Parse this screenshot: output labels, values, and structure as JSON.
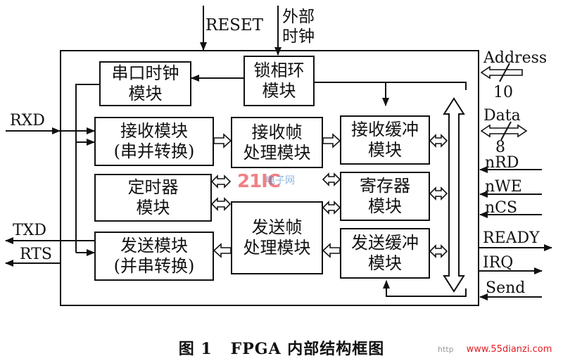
{
  "blocks": {
    "serial_clock": [
      "串口时钟",
      "模块"
    ],
    "pll": [
      "锁相环",
      "模块"
    ],
    "rx": [
      "接收模块",
      "(串并转换)"
    ],
    "rx_frame": [
      "接收帧",
      "处理模块"
    ],
    "rx_buffer": [
      "接收缓冲",
      "模块"
    ],
    "timer": [
      "定时器",
      "模块"
    ],
    "register": [
      "寄存器",
      "模块"
    ],
    "tx": [
      "发送模块",
      "(并串转换)"
    ],
    "tx_frame": [
      "发送帧",
      "处理模块"
    ],
    "tx_buffer": [
      "发送缓冲",
      "模块"
    ]
  },
  "signals": {
    "reset": "RESET",
    "ext_clock": [
      "外部",
      "时钟"
    ],
    "address": "Address",
    "address_width": "10",
    "data": "Data",
    "data_width": "8",
    "nrd": "nRD",
    "nwe": "nWE",
    "ncs": "nCS",
    "ready": "READY",
    "irq": "IRQ",
    "send": "Send",
    "rxd": "RXD",
    "txd": "TXD",
    "rts": "RTS"
  },
  "caption": "图 1   FPGA 内部结构框图",
  "watermark": {
    "logo": "21IC",
    "text": "电子网",
    "url_prefix": "http",
    "url": "www.55dianzi.com"
  }
}
